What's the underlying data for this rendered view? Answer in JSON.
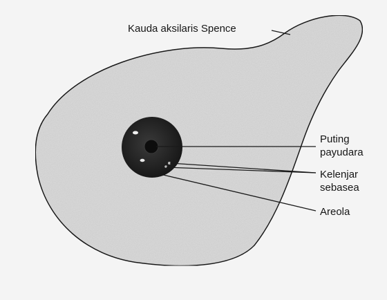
{
  "labels": {
    "tail": "Kauda aksilaris Spence",
    "nipple": "Puting\npayudara",
    "sebaceous": "Kelenjar\nsebasea",
    "areola": "Areola"
  },
  "colors": {
    "page": "#f4f4f4",
    "breast_fill": "#dcdcdc",
    "outline": "#1a1a1a",
    "areola": "#2a2a2a",
    "nipple": "#0d0d0d"
  }
}
